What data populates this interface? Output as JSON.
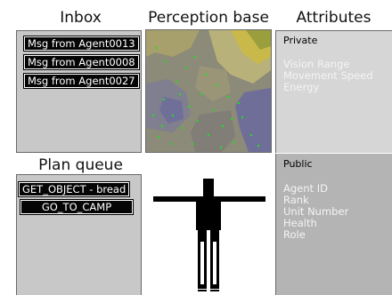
{
  "inbox": {
    "title": "Inbox",
    "messages": [
      "Msg from Agent0013",
      "Msg from Agent0008",
      "Msg from Agent0027"
    ]
  },
  "perception": {
    "title": "Perception base"
  },
  "attributes": {
    "title": "Attributes",
    "private": {
      "label": "Private",
      "items": [
        "Vision Range",
        "Movement Speed",
        "Energy"
      ]
    },
    "public": {
      "label": "Public",
      "items": [
        "Agent ID",
        "Rank",
        "Unit Number",
        "Health",
        "Role"
      ]
    }
  },
  "plan_queue": {
    "title": "Plan queue",
    "items": [
      "GET_OBJECT - bread",
      "GO_TO_CAMP"
    ]
  },
  "colors": {
    "panel": "#c8c8c8",
    "private_panel": "#d6d6d6",
    "public_panel": "#b4b4b4",
    "message_bg": "#050505"
  }
}
